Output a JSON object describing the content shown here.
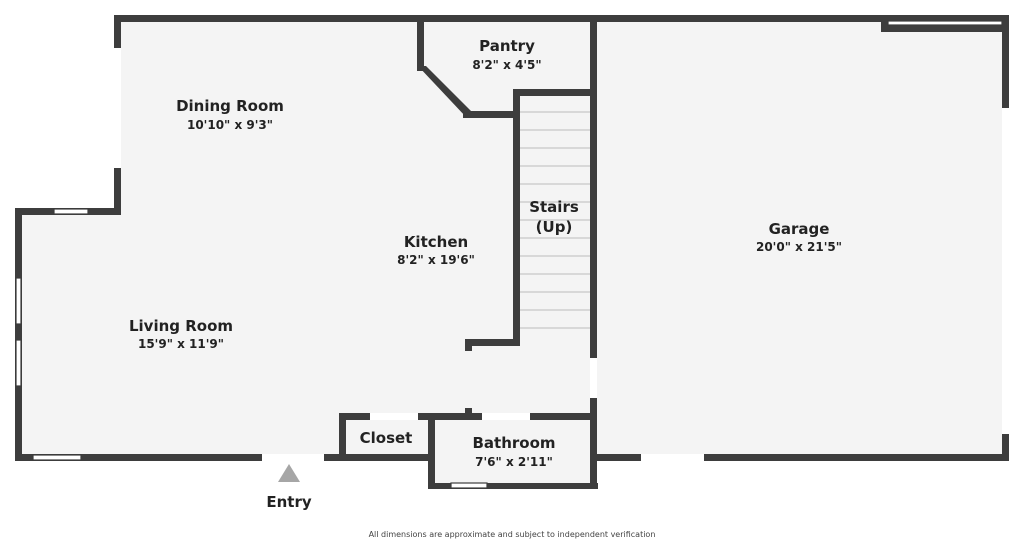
{
  "floorplan": {
    "rooms": [
      {
        "id": "dining",
        "name": "Dining Room",
        "dims": "10'10\" x 9'3\""
      },
      {
        "id": "pantry",
        "name": "Pantry",
        "dims": "8'2\" x 4'5\""
      },
      {
        "id": "stairs",
        "name": "Stairs",
        "name2": "(Up)"
      },
      {
        "id": "kitchen",
        "name": "Kitchen",
        "dims": "8'2\" x 19'6\""
      },
      {
        "id": "garage",
        "name": "Garage",
        "dims": "20'0\" x 21'5\""
      },
      {
        "id": "living",
        "name": "Living Room",
        "dims": "15'9\" x 11'9\""
      },
      {
        "id": "closet",
        "name": "Closet"
      },
      {
        "id": "bathroom",
        "name": "Bathroom",
        "dims": "7'6\" x 2'11\""
      }
    ],
    "entry_label": "Entry",
    "disclaimer": "All dimensions are approximate and subject to independent verification"
  },
  "colors": {
    "wall": "#3d3d3d",
    "floor": "#f4f4f4",
    "entry_marker": "#a6a6a6"
  }
}
